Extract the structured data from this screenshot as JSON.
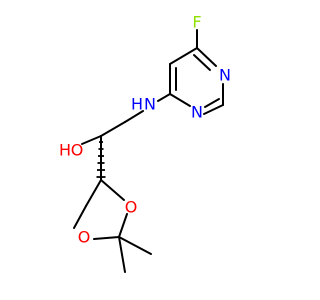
{
  "molecule": {
    "atoms": [
      {
        "id": "F",
        "label": "F",
        "color": "#8fe000"
      },
      {
        "id": "N_ring_upper",
        "label": "N",
        "color": "#0000ff"
      },
      {
        "id": "N_ring_lower",
        "label": "N",
        "color": "#0000ff"
      },
      {
        "id": "NH",
        "label": "N",
        "color": "#0000ff"
      },
      {
        "id": "NH_H",
        "label": "H",
        "color": "#0000ff"
      },
      {
        "id": "OH_O",
        "label": "O",
        "color": "#ff0000"
      },
      {
        "id": "OH_H",
        "label": "H",
        "color": "#ff0000"
      },
      {
        "id": "O_ring_right",
        "label": "O",
        "color": "#ff0000"
      },
      {
        "id": "O_ring_left",
        "label": "O",
        "color": "#ff0000"
      }
    ],
    "bond_color": "#000000"
  }
}
